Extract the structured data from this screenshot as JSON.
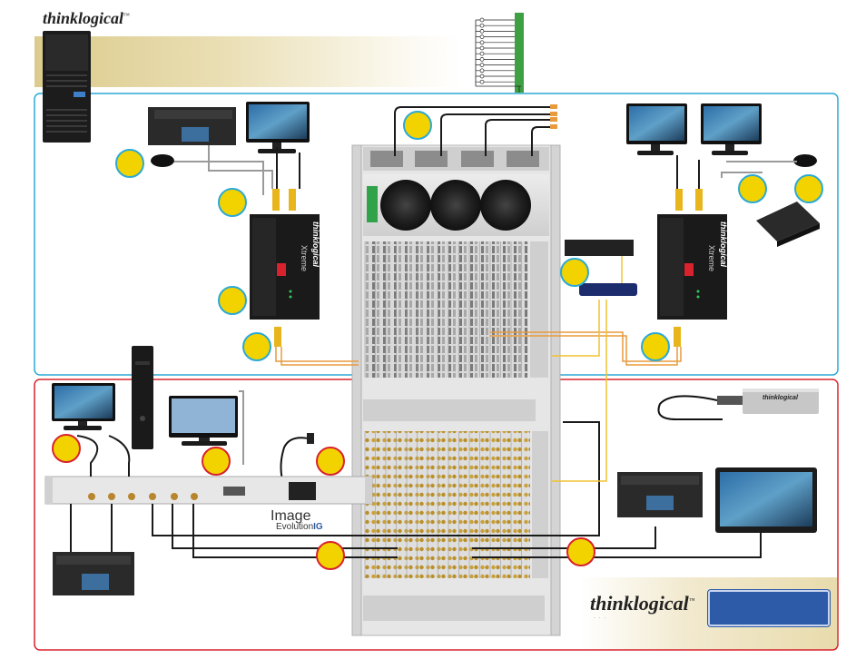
{
  "brand": {
    "name": "thinklogical",
    "trademark": "™",
    "tagline": "·   ·   ·"
  },
  "product": {
    "line_name": "Xtreme",
    "model_top": "Image",
    "model_sub": "Evolution",
    "model_suffix": "IG"
  },
  "zones": {
    "fiber_zone_color": "#2aa9d6",
    "video_zone_color": "#d8222e",
    "accent_gold": "#e8b61c",
    "callout_fill": "#f2d300"
  },
  "callouts": {
    "count_fiber_zone": 9,
    "count_video_zone": 5
  },
  "colors": {
    "fiber_orange": "#e89a3c",
    "fiber_yellow": "#f1c232",
    "cable_gray": "#9a9a9a",
    "cable_black": "#1a1a1a",
    "banner_gold": "#dccb8c",
    "badge_blue": "#2d5ba8"
  },
  "icons": {
    "chassis": "router-chassis-icon",
    "monitor": "monitor-icon",
    "deck": "video-deck-icon",
    "mouse": "mouse-icon",
    "sfp": "sfp-module-icon",
    "tower": "pc-tower-icon",
    "extender": "fiber-extender-icon",
    "switch": "network-switch-icon",
    "power": "power-plug-icon"
  }
}
